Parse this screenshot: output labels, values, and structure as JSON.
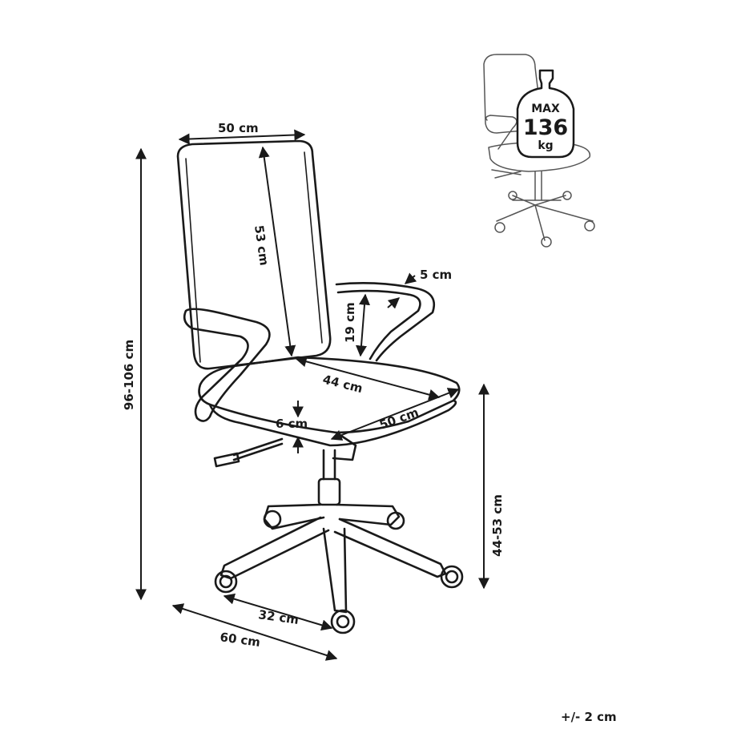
{
  "capacity_badge": {
    "line1": "MAX",
    "line2": "136",
    "line3": "kg"
  },
  "dimensions": {
    "backrest_width": "50 cm",
    "backrest_height": "53 cm",
    "total_height": "96-106 cm",
    "armrest_width": "5 cm",
    "armrest_height": "19 cm",
    "seat_depth": "44 cm",
    "seat_width": "50 cm",
    "seat_thickness": "6 cm",
    "seat_height": "44-53 cm",
    "base_radius": "32 cm",
    "base_width": "60 cm"
  },
  "tolerance": "+/- 2 cm"
}
